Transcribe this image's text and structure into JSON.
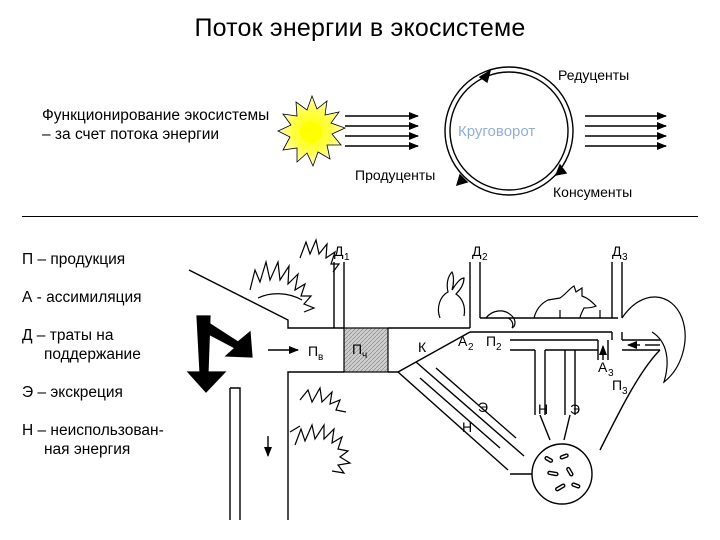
{
  "title": "Поток энергии в экосистеме",
  "note": "Функционирование экосистемы – за счет потока энергии",
  "cycle": {
    "reducers": "Редуценты",
    "circulation": "Круговорот",
    "producers": "Продуценты",
    "consumers": "Консументы"
  },
  "legend": [
    {
      "line1": "П – продукция",
      "line2": ""
    },
    {
      "line1": "А - ассимиляция",
      "line2": ""
    },
    {
      "line1": "Д – траты на",
      "line2": "поддержание"
    },
    {
      "line1": "Э – экскреция",
      "line2": ""
    },
    {
      "line1": "Н – неиспользован-",
      "line2": "ная энергия"
    }
  ],
  "flow_labels": {
    "d1": "Д",
    "d1_sub": "1",
    "d2": "Д",
    "d2_sub": "2",
    "d3": "Д",
    "d3_sub": "3",
    "pv": "П",
    "pv_sub": "в",
    "pch": "П",
    "pch_sub": "ч",
    "k": "К",
    "a2": "А",
    "a2_sub": "2",
    "p2": "П",
    "p2_sub": "2",
    "a3": "А",
    "a3_sub": "3",
    "p3": "П",
    "p3_sub": "3",
    "e1": "Э",
    "n1": "Н",
    "n2": "Н",
    "e2": "Э"
  },
  "colors": {
    "circulation_text": "#8fb0d6",
    "sun_core": "#ffff00",
    "sun_glow": "#fff6a8",
    "line": "#000000"
  }
}
